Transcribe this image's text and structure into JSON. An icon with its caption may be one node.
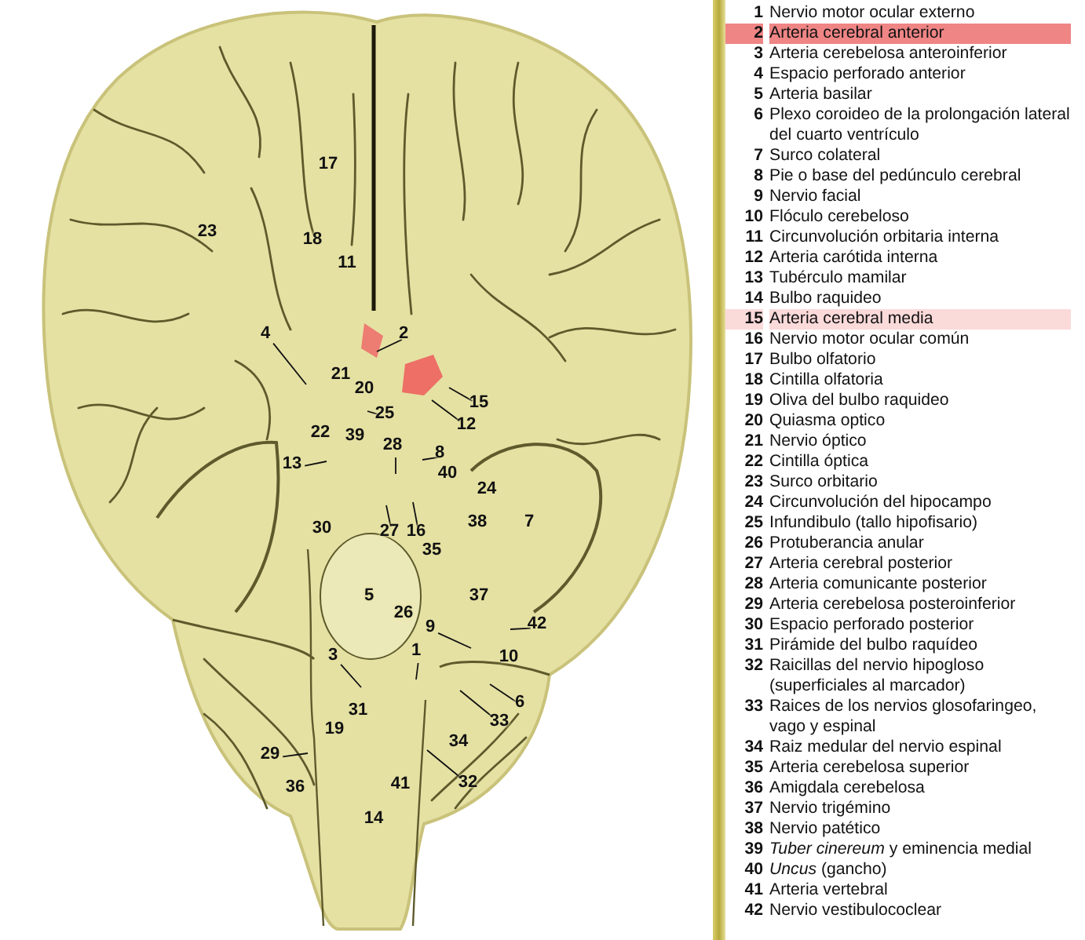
{
  "diagram": {
    "nodes": [
      {
        "text": [],
        "shape": "picture"
      },
      {
        "text": [
          "4"
        ],
        "in": 0
      },
      {
        "text": [
          "2"
        ],
        "in": 0
      },
      {
        "text": [
          "15"
        ],
        "in": 0
      },
      {
        "text": [
          "25"
        ],
        "in": 0
      },
      {
        "text": [
          "12"
        ],
        "in": 0
      },
      {
        "text": [
          "28"
        ],
        "in": 0
      },
      {
        "text": [
          "8"
        ],
        "in": 0
      },
      {
        "text": [
          "13"
        ],
        "in": 0
      },
      {
        "text": [
          "27"
        ],
        "in": 0
      },
      {
        "text": [
          "16"
        ],
        "in": 0
      },
      {
        "text": [
          "9"
        ],
        "in": 0
      },
      {
        "text": [
          "42"
        ],
        "in": 0
      },
      {
        "text": [
          "1"
        ],
        "in": 0
      },
      {
        "text": [
          "3"
        ],
        "in": 0
      },
      {
        "text": [
          "6"
        ],
        "in": 0
      },
      {
        "text": [
          "33"
        ],
        "in": 0
      },
      {
        "text": [
          "29"
        ],
        "in": 0
      },
      {
        "text": [
          "32"
        ],
        "in": 0
      }
    ],
    "edges": [
      {
        "from": 1,
        "to": null,
        "arrow": "none"
      },
      {
        "from": 2,
        "to": null,
        "arrow": "none"
      },
      {
        "from": 3,
        "to": null,
        "arrow": "none"
      },
      {
        "from": 4,
        "to": null,
        "arrow": "none"
      },
      {
        "from": 5,
        "to": null,
        "arrow": "none"
      },
      {
        "from": 6,
        "to": null,
        "arrow": "none"
      },
      {
        "from": 7,
        "to": null,
        "arrow": "none"
      },
      {
        "from": 8,
        "to": null,
        "arrow": "none"
      },
      {
        "from": 9,
        "to": null,
        "arrow": "none"
      },
      {
        "from": 10,
        "to": null,
        "arrow": "none"
      },
      {
        "from": 11,
        "to": null,
        "arrow": "none"
      },
      {
        "from": 12,
        "to": null,
        "arrow": "none"
      },
      {
        "from": 13,
        "to": null,
        "arrow": "none"
      },
      {
        "from": 14,
        "to": null,
        "arrow": "none"
      },
      {
        "from": 15,
        "to": null,
        "arrow": "none"
      },
      {
        "from": 16,
        "to": null,
        "arrow": "none"
      },
      {
        "from": 17,
        "to": null,
        "arrow": "none"
      },
      {
        "from": 18,
        "to": null,
        "arrow": "none"
      }
    ],
    "labels": [
      "17",
      "23",
      "18",
      "11",
      "21",
      "20",
      "22",
      "39",
      "40",
      "24",
      "38",
      "7",
      "30",
      "35",
      "5",
      "37",
      "26",
      "10",
      "31",
      "19",
      "34",
      "36",
      "41",
      "14",
      "1",
      "Nervio motor ocular externo",
      "2",
      "Arteria cerebral anterior",
      "3",
      "Arteria cerebelosa anteroinferior",
      "4",
      "Espacio perforado anterior",
      "5",
      "Arteria basilar",
      "6",
      "Plexo coroideo de la prolongación lateral del cuarto ventrículo",
      "7",
      "Surco colateral",
      "8",
      "Pie o base del pedúnculo cerebral",
      "9",
      "Nervio facial",
      "10",
      "Flóculo cerebeloso",
      "11",
      "Circunvolución orbitaria interna",
      "12",
      "Arteria carótida interna",
      "13",
      "Tubérculo mamilar",
      "14",
      "Bulbo raquideo",
      "15",
      "Arteria cerebral media",
      "16",
      "Nervio motor ocular común",
      "17",
      "Bulbo olfatorio",
      "18",
      "Cintilla olfatoria",
      "19",
      "Oliva del bulbo raquideo",
      "20",
      "Quiasma optico",
      "21",
      "Nervio óptico",
      "22",
      "Cintilla óptica",
      "23",
      "Surco orbitario",
      "24",
      "Circunvolución del hipocampo",
      "25",
      "Infundibulo (tallo hipofisario)",
      "26",
      "Protuberancia anular",
      "27",
      "Arteria cerebral posterior",
      "28",
      "Arteria comunicante posterior",
      "29",
      "Arteria cerebelosa posteroinferior",
      "30",
      "Espacio perforado posterior",
      "31",
      "Pirámide del bulbo raquídeo",
      "32",
      "Raicillas del nervio hipogloso (superficiales al marcador)",
      "33",
      "Raices de los nervios glosofaringeo, vago y espinal",
      "34",
      "Raiz medular del nervio espinal",
      "35",
      "Arteria cerebelosa superior",
      "36",
      "Amigdala cerebelosa",
      "37",
      "Nervio trigémino",
      "38",
      "Nervio patético",
      "39",
      "*Tuber cinereum* y eminencia medial",
      "40",
      "*Uncus* (gancho)",
      "41",
      "Arteria vertebral",
      "42",
      "Nervio vestibulococlear"
    ]
  }
}
